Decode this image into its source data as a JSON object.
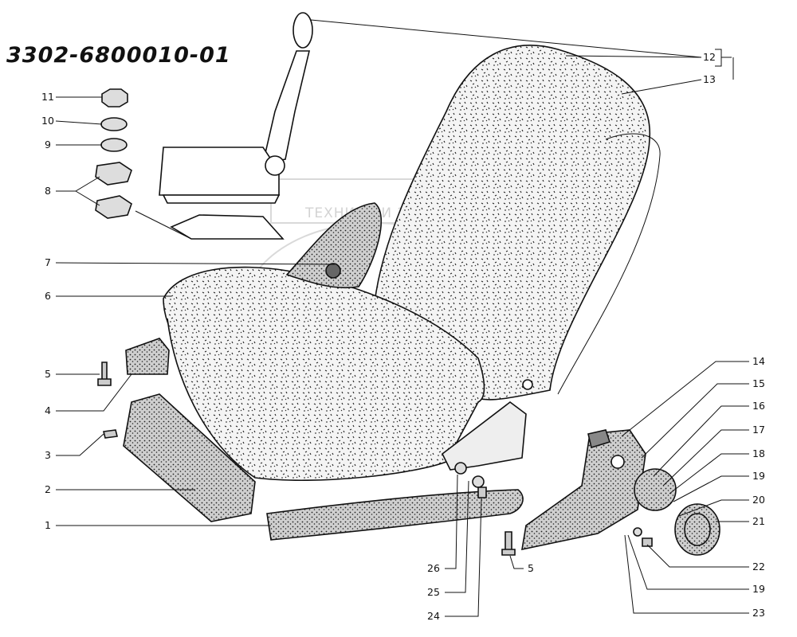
{
  "diagram": {
    "title": "3302-6800010-01",
    "watermark": "ТЕХНИКА И ЗАПЧАСТИ",
    "callouts": [
      {
        "id": "c1",
        "label": "1"
      },
      {
        "id": "c2",
        "label": "2"
      },
      {
        "id": "c3",
        "label": "3"
      },
      {
        "id": "c4",
        "label": "4"
      },
      {
        "id": "c5a",
        "label": "5"
      },
      {
        "id": "c6",
        "label": "6"
      },
      {
        "id": "c7",
        "label": "7"
      },
      {
        "id": "c8",
        "label": "8"
      },
      {
        "id": "c9",
        "label": "9"
      },
      {
        "id": "c10",
        "label": "10"
      },
      {
        "id": "c11",
        "label": "11"
      },
      {
        "id": "c12",
        "label": "12"
      },
      {
        "id": "c13",
        "label": "13"
      },
      {
        "id": "c14",
        "label": "14"
      },
      {
        "id": "c15",
        "label": "15"
      },
      {
        "id": "c16",
        "label": "16"
      },
      {
        "id": "c17",
        "label": "17"
      },
      {
        "id": "c18",
        "label": "18"
      },
      {
        "id": "c19a",
        "label": "19"
      },
      {
        "id": "c20",
        "label": "20"
      },
      {
        "id": "c21",
        "label": "21"
      },
      {
        "id": "c22",
        "label": "22"
      },
      {
        "id": "c19b",
        "label": "19"
      },
      {
        "id": "c23",
        "label": "23"
      },
      {
        "id": "c24",
        "label": "24"
      },
      {
        "id": "c25",
        "label": "25"
      },
      {
        "id": "c26",
        "label": "26"
      },
      {
        "id": "c5b",
        "label": "5"
      }
    ],
    "colors": {
      "ink": "#111111",
      "fill": "#e9e9e9",
      "watermark": "#c9c9c9"
    }
  }
}
